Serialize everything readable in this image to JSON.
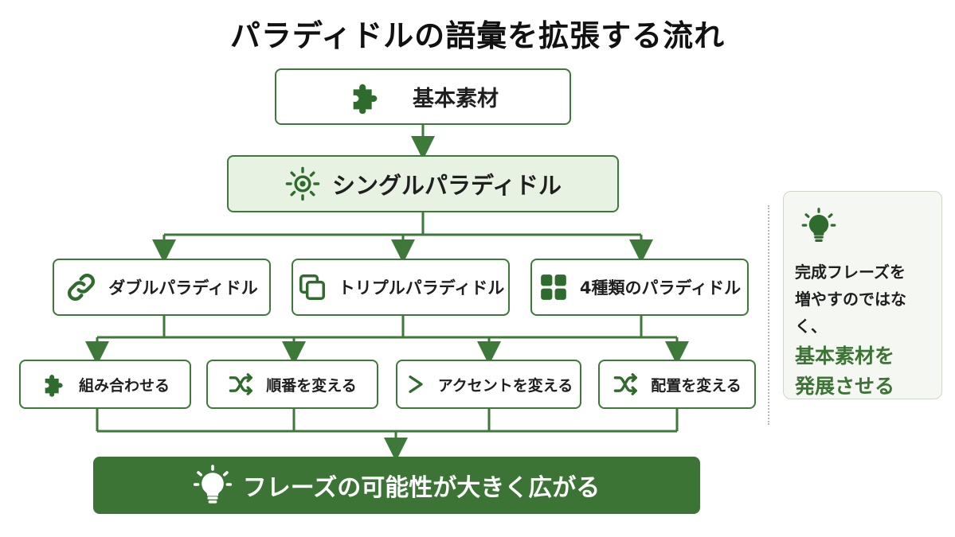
{
  "title": "パラディドルの語彙を拡張する流れ",
  "nodes": {
    "base": "基本素材",
    "single": "シングルパラディドル",
    "double": "ダブルパラディドル",
    "triple": "トリプルパラディドル",
    "four_types": "4種類のパラディドル",
    "combine": "組み合わせる",
    "reorder": "順番を変える",
    "accent": "アクセントを変える",
    "placement": "配置を変える",
    "result": "フレーズの可能性が大きく広がる"
  },
  "sidebar": {
    "line1": "完成フレーズを",
    "line2": "増やすのではなく、",
    "strong1": "基本素材を",
    "strong2": "発展させる"
  },
  "colors": {
    "accent": "#3b7435",
    "light": "#e8f2e3",
    "side_bg": "#f5f7f2"
  }
}
